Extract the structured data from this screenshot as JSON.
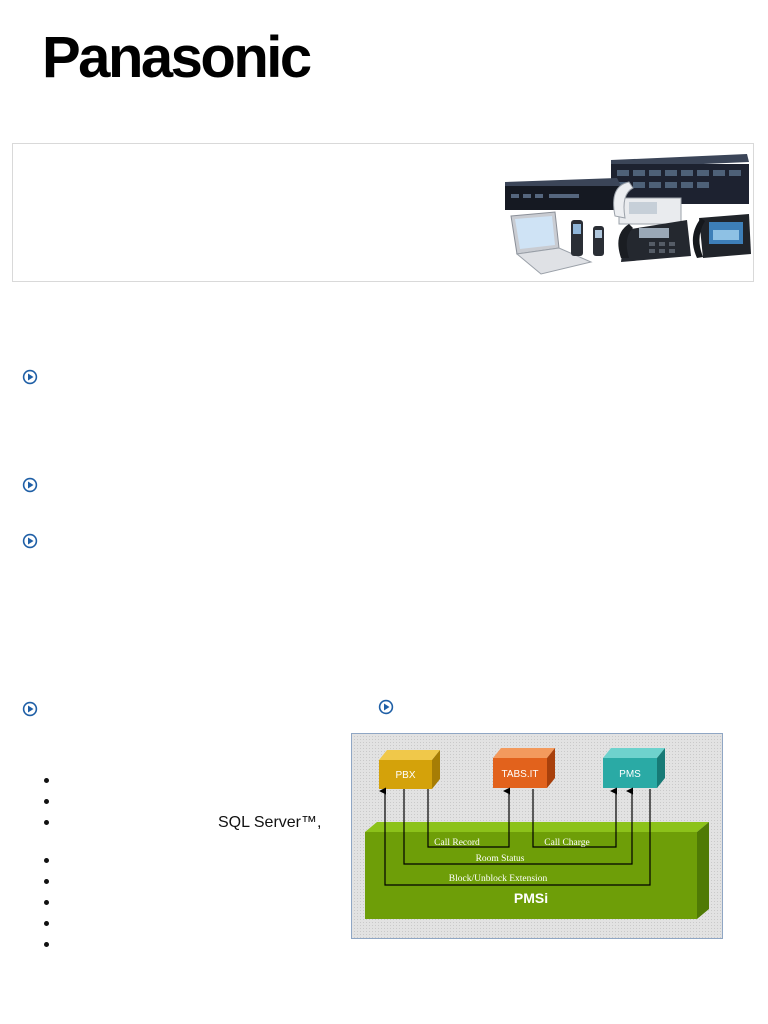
{
  "brand": {
    "name": "Panasonic"
  },
  "hero": {
    "image": "pbx-phones-product-photo"
  },
  "sections": [
    {
      "icon": "play-circle-icon"
    },
    {
      "icon": "play-circle-icon"
    },
    {
      "icon": "play-circle-icon"
    },
    {
      "icon": "play-circle-icon"
    },
    {
      "icon": "play-circle-icon"
    }
  ],
  "bullets": [
    "",
    "",
    "SQL Server™,",
    "",
    "",
    "",
    "",
    ""
  ],
  "diagram": {
    "boxes": {
      "pbx": "PBX",
      "tabs": "TABS.IT",
      "pms": "PMS"
    },
    "base": "PMSi",
    "flows": {
      "call_record": "Call Record",
      "call_charge": "Call Charge",
      "room_status": "Room Status",
      "block": "Block/Unblock Extension"
    }
  },
  "colors": {
    "icon_blue": "#1f5fa6",
    "pbx": "#d4a20a",
    "tabs": "#e2621c",
    "pms": "#2aaaa5",
    "base": "#6e9e08"
  }
}
